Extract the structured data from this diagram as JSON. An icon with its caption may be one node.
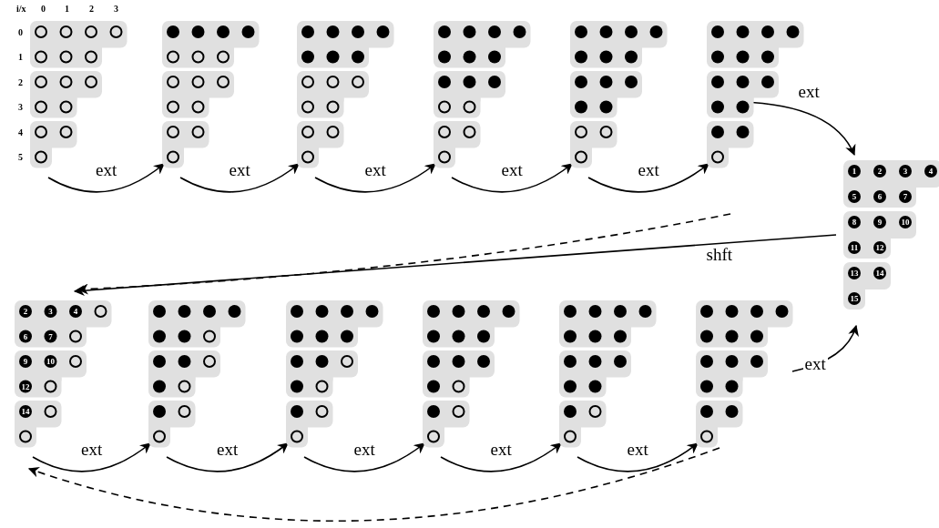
{
  "diagram": {
    "nodes": [
      {
        "text": [],
        "shape": "grid"
      },
      {
        "text": [],
        "shape": "grid"
      },
      {
        "text": [],
        "shape": "grid"
      },
      {
        "text": [],
        "shape": "grid"
      },
      {
        "text": [],
        "shape": "grid"
      },
      {
        "text": [],
        "shape": "grid"
      },
      {
        "text": [
          "1",
          "2",
          "3",
          "4",
          "5",
          "6",
          "7",
          "8",
          "9",
          "10",
          "11",
          "12",
          "13",
          "14",
          "15"
        ]
      },
      {
        "text": [
          "2",
          "3",
          "4",
          "6",
          "7",
          "9",
          "10",
          "12",
          "14"
        ]
      },
      {
        "text": [],
        "shape": "grid"
      },
      {
        "text": [],
        "shape": "grid"
      },
      {
        "text": [],
        "shape": "grid"
      },
      {
        "text": [],
        "shape": "grid"
      },
      {
        "text": [],
        "shape": "grid"
      }
    ],
    "edges": [
      {
        "from": 0,
        "to": 1,
        "arrow": "to",
        "label": "ext"
      },
      {
        "from": 1,
        "to": 2,
        "arrow": "to",
        "label": "ext"
      },
      {
        "from": 2,
        "to": 3,
        "arrow": "to",
        "label": "ext"
      },
      {
        "from": 3,
        "to": 4,
        "arrow": "to",
        "label": "ext"
      },
      {
        "from": 4,
        "to": 5,
        "arrow": "to",
        "label": "ext"
      },
      {
        "from": 5,
        "to": 6,
        "arrow": "to",
        "label": "ext"
      },
      {
        "from": 6,
        "to": 7,
        "arrow": "to",
        "label": "shft"
      },
      {
        "from": 5,
        "to": 7,
        "arrow": "to",
        "style": "dashed"
      },
      {
        "from": 7,
        "to": 8,
        "arrow": "to",
        "label": "ext"
      },
      {
        "from": 8,
        "to": 9,
        "arrow": "to",
        "label": "ext"
      },
      {
        "from": 9,
        "to": 10,
        "arrow": "to",
        "label": "ext"
      },
      {
        "from": 10,
        "to": 11,
        "arrow": "to",
        "label": "ext"
      },
      {
        "from": 11,
        "to": 12,
        "arrow": "to",
        "label": "ext"
      },
      {
        "from": 12,
        "to": 6,
        "arrow": "to",
        "label": "ext"
      },
      {
        "from": 12,
        "to": 7,
        "arrow": "to",
        "style": "dashed"
      }
    ],
    "labels": [
      "i/x",
      "0",
      "1",
      "2",
      "3",
      "0",
      "1",
      "2",
      "3",
      "4",
      "5"
    ]
  }
}
